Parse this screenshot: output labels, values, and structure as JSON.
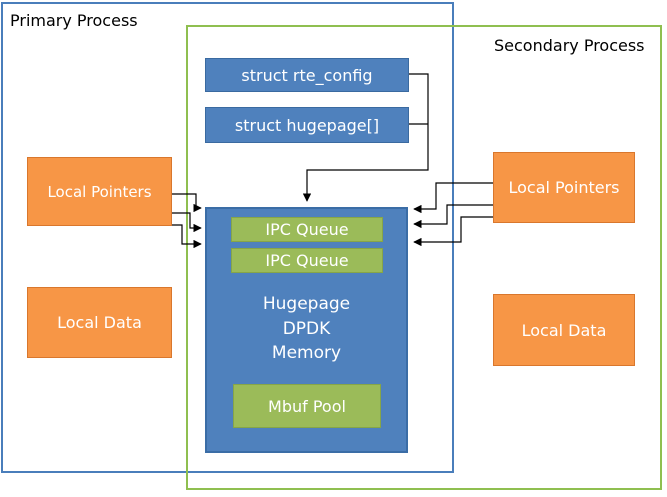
{
  "primary_process": {
    "label": "Primary Process"
  },
  "secondary_process": {
    "label": "Secondary Process"
  },
  "structs": [
    "struct rte_config",
    "struct hugepage[]"
  ],
  "primary_local_pointers": "Local Pointers",
  "primary_local_data": "Local Data",
  "secondary_local_pointers": "Local Pointers",
  "secondary_local_data": "Local Data",
  "hugepage_memory": {
    "ipc_queues": [
      "IPC Queue",
      "IPC Queue"
    ],
    "lines": [
      "Hugepage",
      "DPDK",
      "Memory"
    ],
    "mbuf_pool": "Mbuf Pool"
  },
  "colors": {
    "primary_frame": "#4a7ebb",
    "secondary_frame": "#8fbf50",
    "blue_box": "#4f81bd",
    "orange_box": "#f79646",
    "green_box": "#9bbb59"
  }
}
